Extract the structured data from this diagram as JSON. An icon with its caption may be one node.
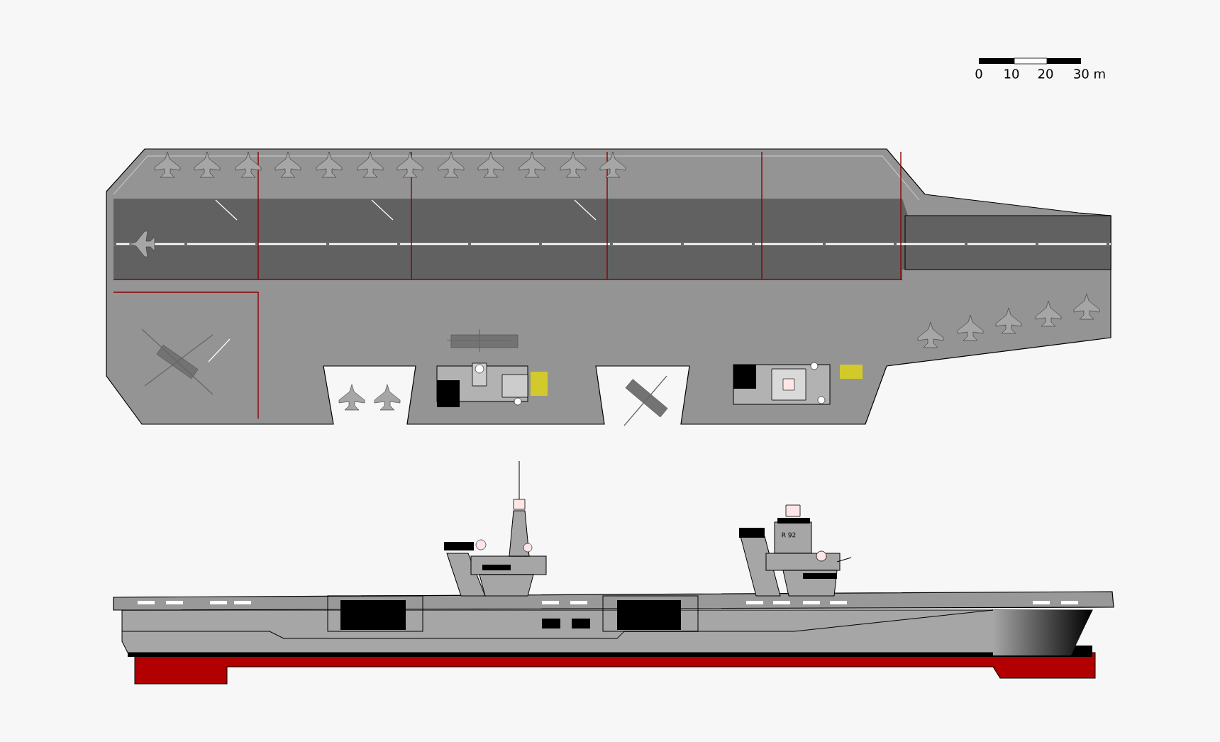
{
  "diagram": {
    "labels": [
      "0",
      "10",
      "20",
      "30 m",
      "R 92"
    ]
  }
}
